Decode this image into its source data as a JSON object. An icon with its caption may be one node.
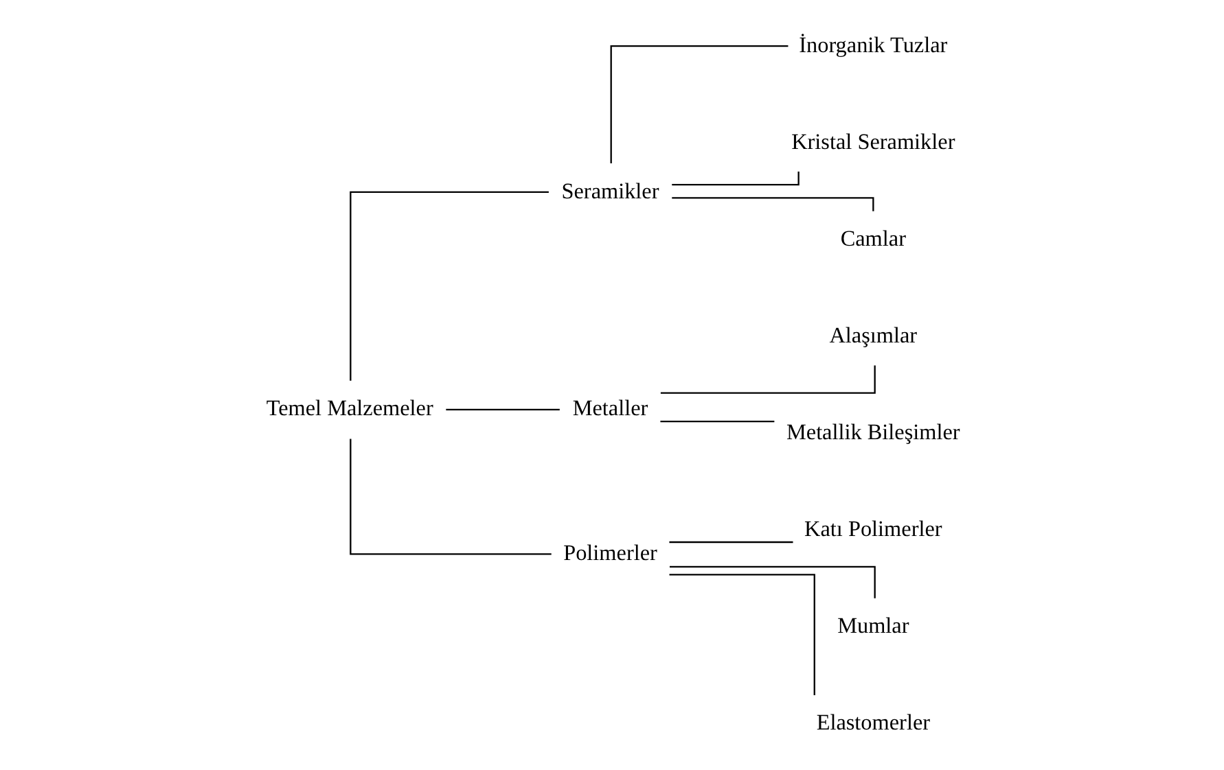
{
  "diagram": {
    "nodes": [
      {
        "text": [
          "Temel Malzemeler"
        ]
      },
      {
        "text": [
          "Seramikler"
        ]
      },
      {
        "text": [
          "Metaller"
        ]
      },
      {
        "text": [
          "Polimerler"
        ]
      },
      {
        "text": [
          "İnorganik Tuzlar"
        ]
      },
      {
        "text": [
          "Kristal Seramikler"
        ]
      },
      {
        "text": [
          "Camlar"
        ]
      },
      {
        "text": [
          "Alaşımlar"
        ]
      },
      {
        "text": [
          "Metallik Bileşimler"
        ]
      },
      {
        "text": [
          "Katı Polimerler"
        ]
      },
      {
        "text": [
          "Mumlar"
        ]
      },
      {
        "text": [
          "Elastomerler"
        ]
      }
    ],
    "edges": [
      {
        "from": 0,
        "to": 1,
        "arrow": "none"
      },
      {
        "from": 0,
        "to": 2,
        "arrow": "none"
      },
      {
        "from": 0,
        "to": 3,
        "arrow": "none"
      },
      {
        "from": 1,
        "to": 4,
        "arrow": "none"
      },
      {
        "from": 1,
        "to": 5,
        "arrow": "none"
      },
      {
        "from": 1,
        "to": 6,
        "arrow": "none"
      },
      {
        "from": 2,
        "to": 7,
        "arrow": "none"
      },
      {
        "from": 2,
        "to": 8,
        "arrow": "none"
      },
      {
        "from": 3,
        "to": 9,
        "arrow": "none"
      },
      {
        "from": 3,
        "to": 10,
        "arrow": "none"
      },
      {
        "from": 3,
        "to": 11,
        "arrow": "none"
      }
    ]
  }
}
